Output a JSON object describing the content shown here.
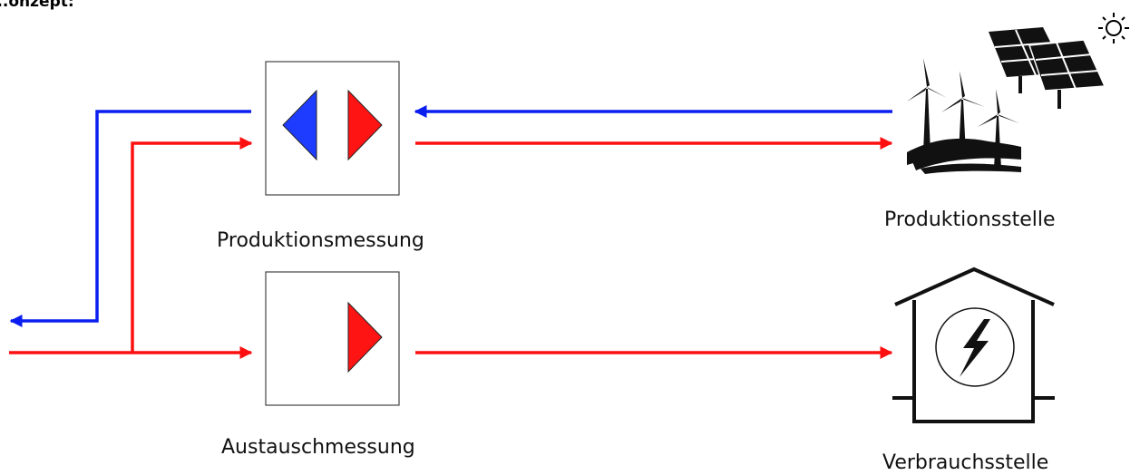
{
  "header": {
    "title": "...onzept:"
  },
  "labels": {
    "production_meter": "Produktionsmessung",
    "exchange_meter": "Austauschmessung",
    "production_site": "Produktionsstelle",
    "consumption_site": "Verbrauchsstelle"
  },
  "icons": {
    "sun": "sun-icon",
    "solar": "solar-panel-icon",
    "wind": "wind-turbine-icon",
    "house": "house-icon",
    "lightning": "lightning-icon"
  },
  "colors": {
    "export_line": "#0a1ef0",
    "import_line": "#ff1010",
    "triangle_blue": "#1e3cff",
    "triangle_red": "#ff1414",
    "box_border": "#444444"
  }
}
